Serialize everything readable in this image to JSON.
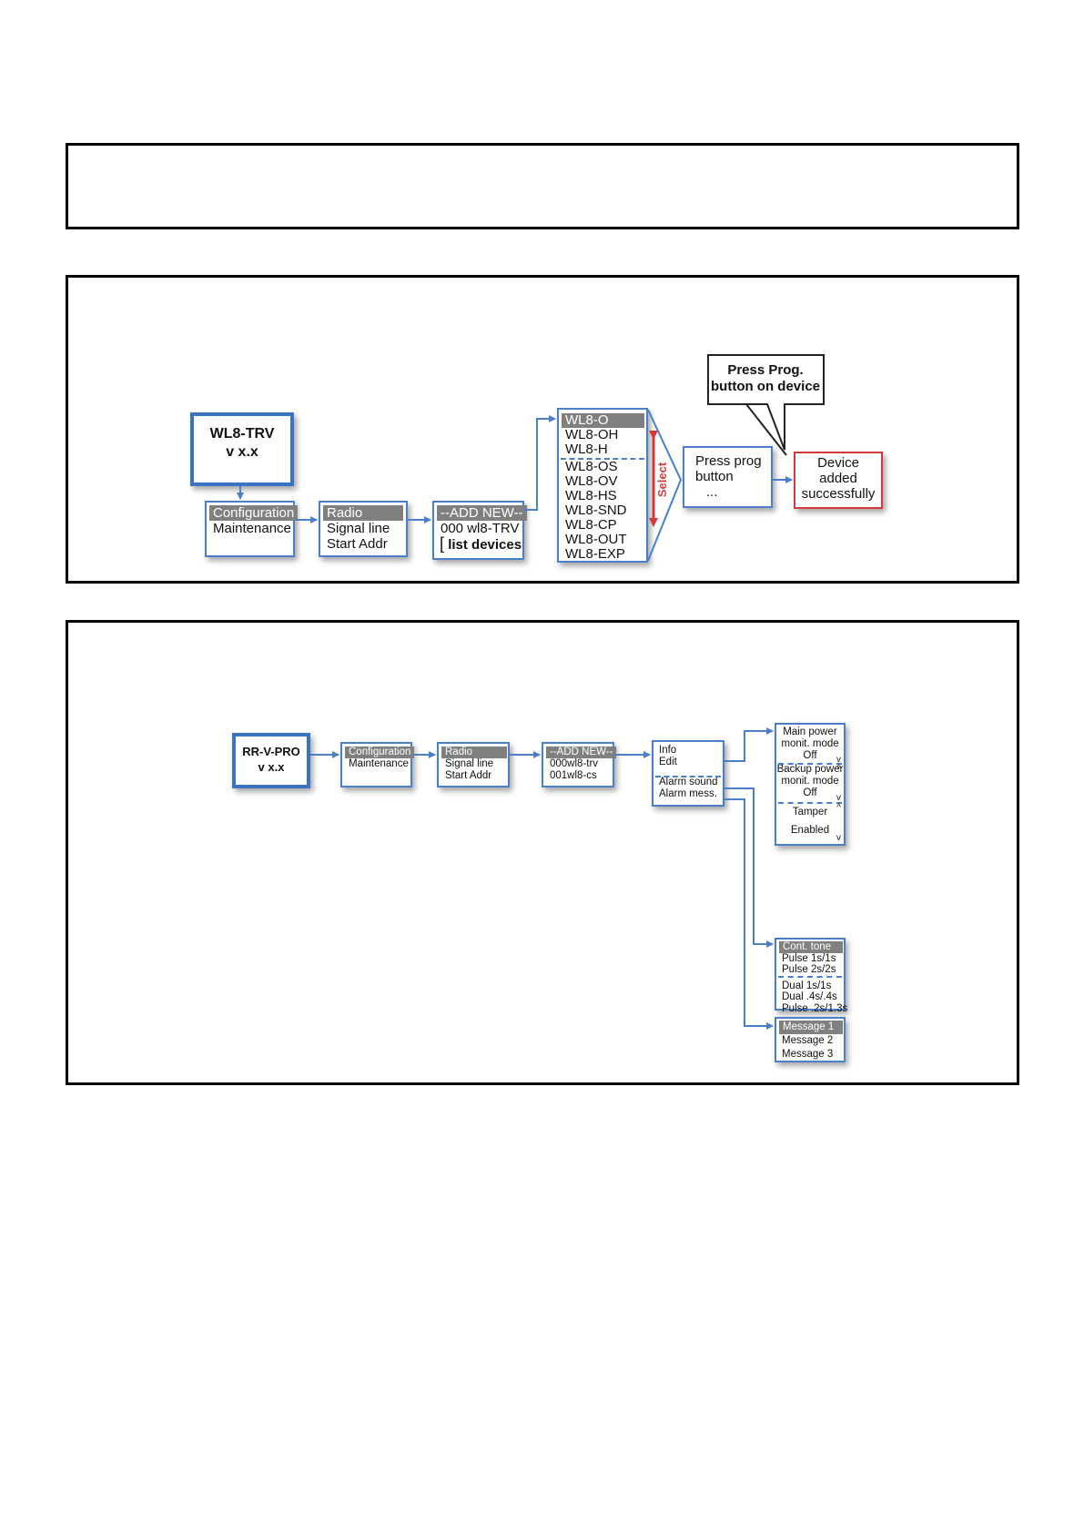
{
  "diagram1": {
    "device": {
      "name": "WL8-TRV",
      "version": "v x.x"
    },
    "menu_main": [
      "Configuration",
      "Maintenance"
    ],
    "menu_config": [
      "Radio",
      "Signal line",
      "Start Addr"
    ],
    "menu_radio": [
      "--ADD NEW--",
      "000 wl8-TRV",
      "list devices"
    ],
    "bracket_glyph": "[",
    "device_types": [
      "WL8-O",
      "WL8-OH",
      "WL8-H",
      "WL8-OS",
      "WL8-OV",
      "WL8-HS",
      "WL8-SND",
      "WL8-CP",
      "WL8-OUT",
      "WL8-EXP"
    ],
    "select_label": "Select",
    "prog_box": [
      "Press prog",
      "button",
      "..."
    ],
    "callout": [
      "Press Prog.",
      "button on device"
    ],
    "result": [
      "Device",
      "added",
      "successfully"
    ]
  },
  "diagram2": {
    "device": {
      "name": "RR-V-PRO",
      "version": "v x.x"
    },
    "menu_main": [
      "Configuration",
      "Maintenance"
    ],
    "menu_config": [
      "Radio",
      "Signal line",
      "Start Addr"
    ],
    "menu_radio": [
      "--ADD NEW--",
      "000wl8-trv",
      "001wl8-cs"
    ],
    "menu_device_top": [
      "Info",
      "Edit"
    ],
    "menu_device_bottom": [
      "Alarm sound",
      "Alarm mess."
    ],
    "caret_glyphs": {
      "up": "^",
      "down": "v"
    },
    "main_power": [
      "Main power",
      "monit. mode",
      "Off"
    ],
    "backup_power": [
      "Backup power",
      "monit. mode",
      "Off"
    ],
    "tamper": [
      "Tamper",
      "Enabled"
    ],
    "sounds_top": [
      "Cont. tone",
      "Pulse 1s/1s",
      "Pulse 2s/2s"
    ],
    "sounds_bottom": [
      "Dual 1s/1s",
      "Dual .4s/.4s",
      "Pulse .2s/1.3s"
    ],
    "messages": [
      "Message 1",
      "Message 2",
      "Message 3"
    ]
  },
  "colors": {
    "box_border": "#4a7fc9",
    "highlight": "#808080",
    "red": "#d43a3a",
    "arrow": "#4a7fc9"
  }
}
